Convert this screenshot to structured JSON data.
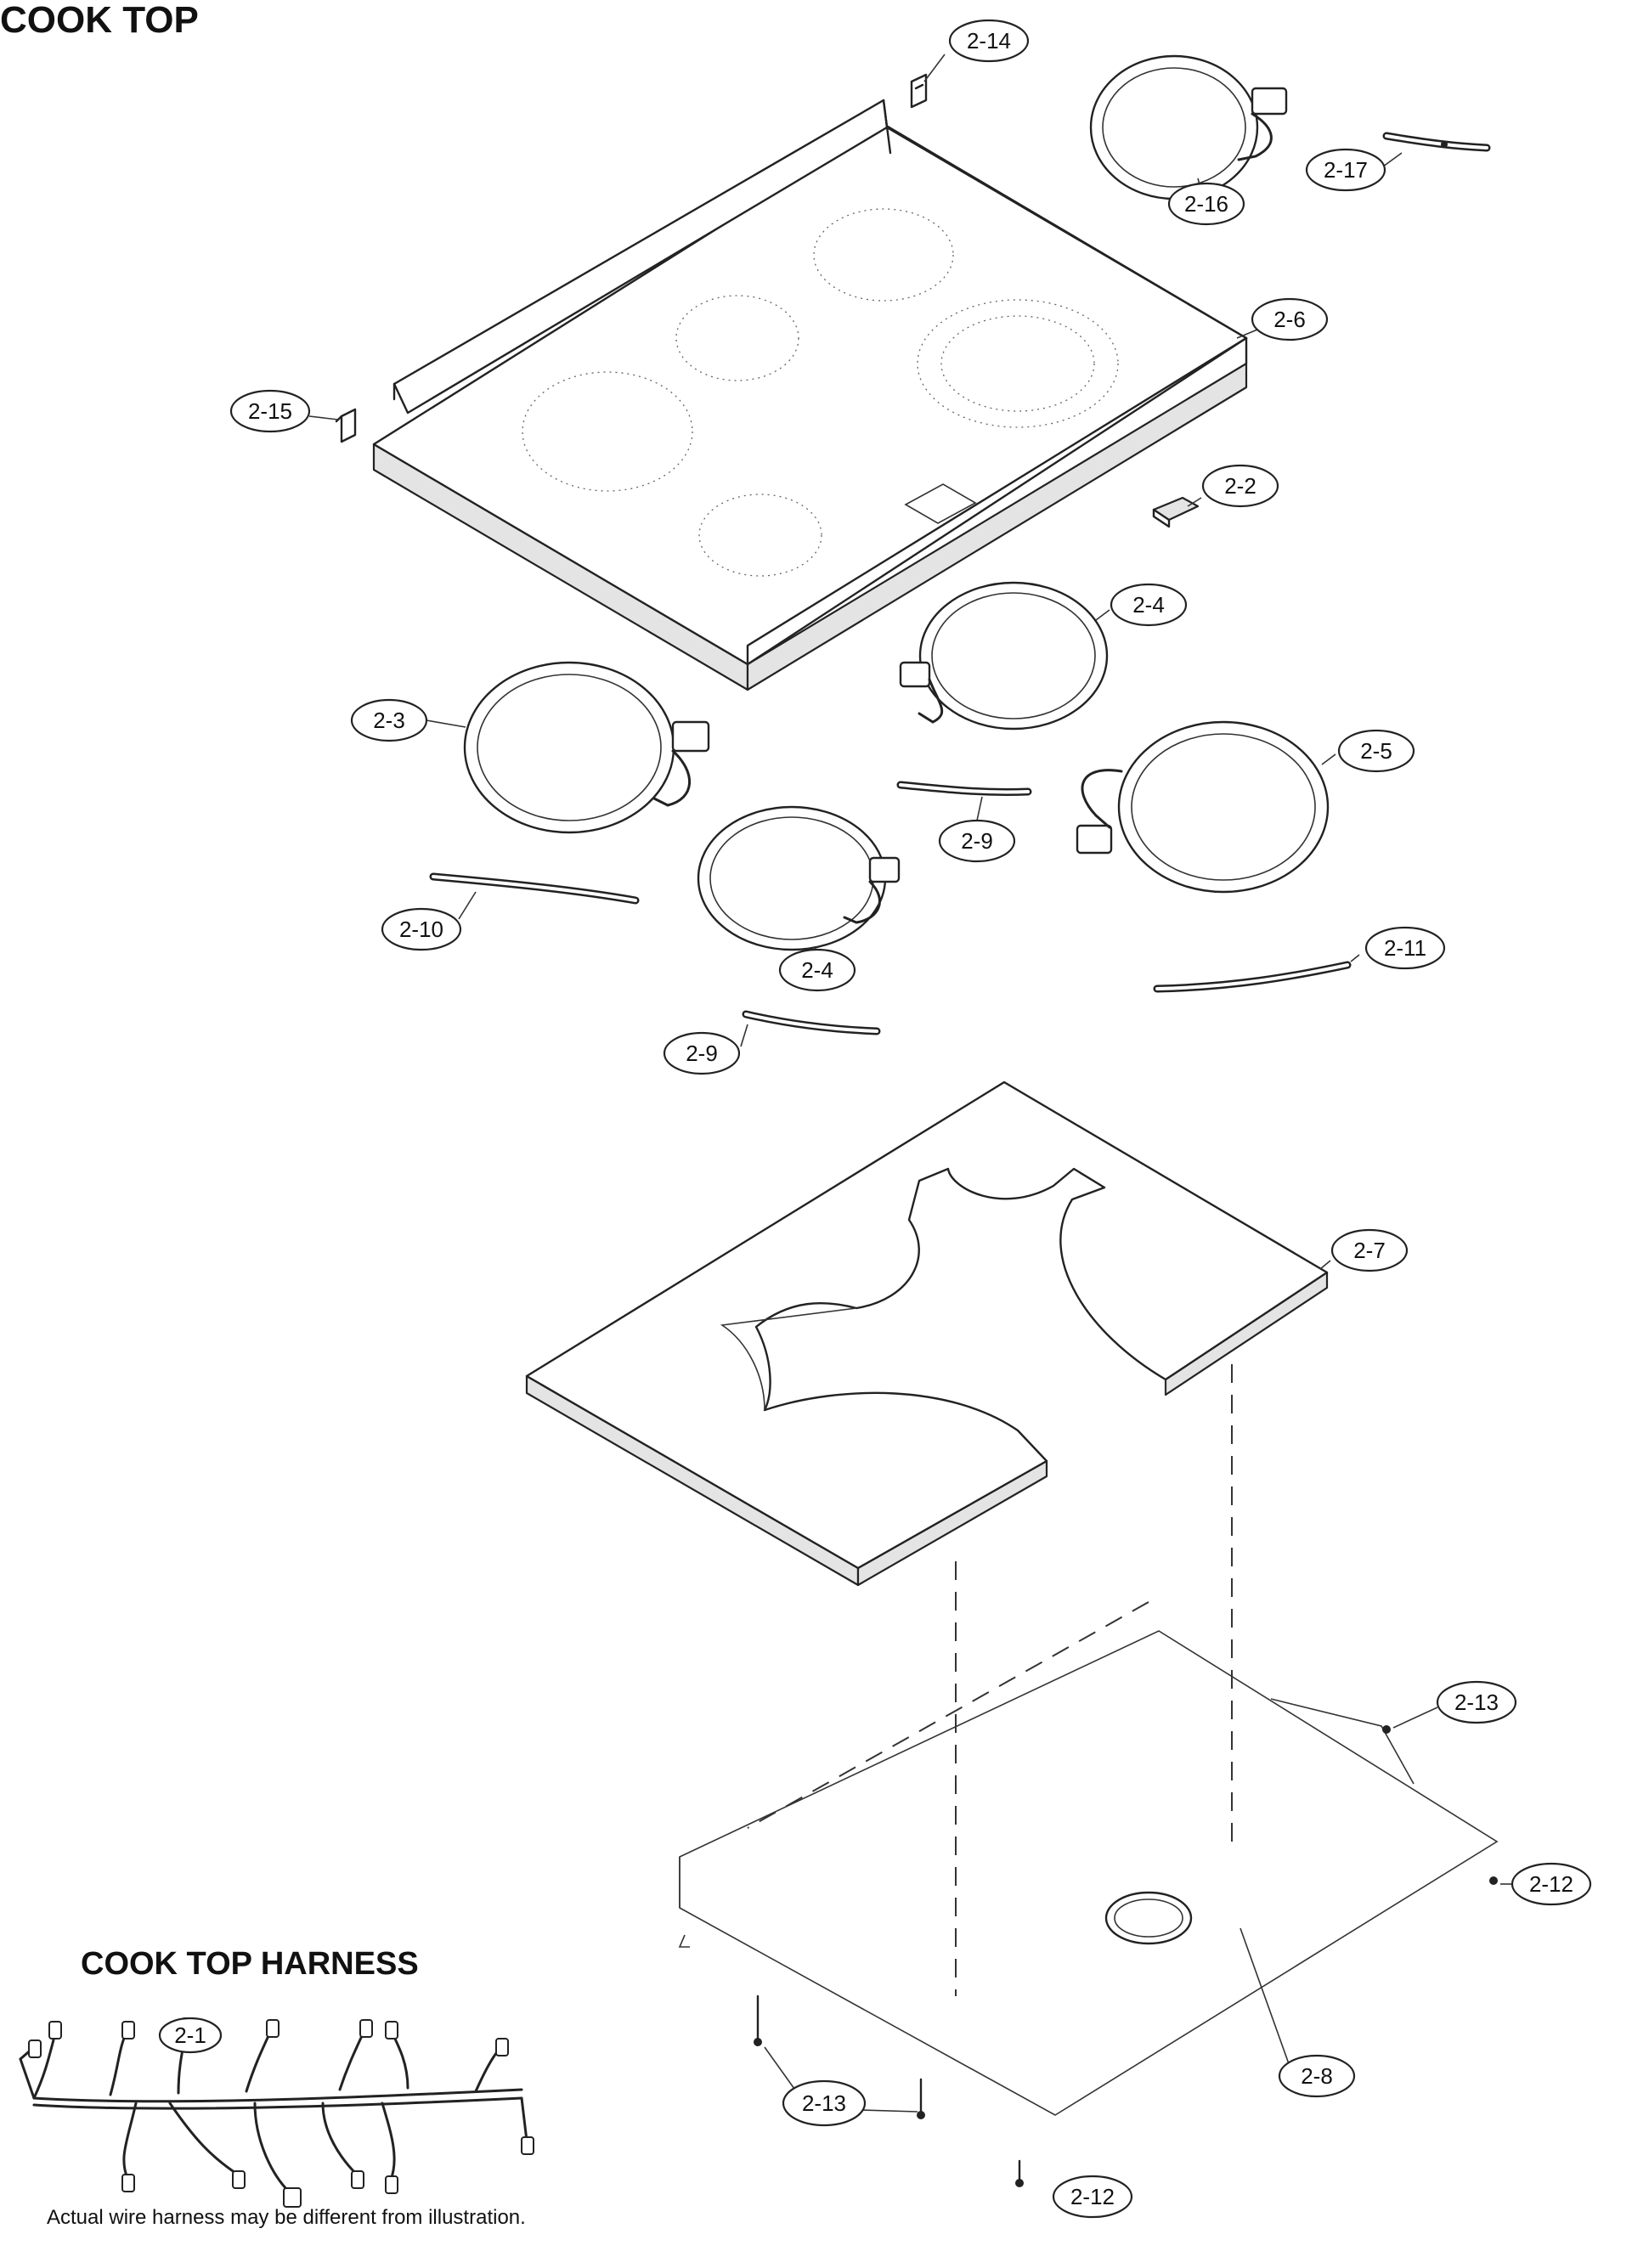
{
  "titles": {
    "main": "COOK TOP",
    "harness": "COOK TOP HARNESS"
  },
  "note": "Actual wire harness may be different from illustration.",
  "callouts": {
    "c_2_14": "2-14",
    "c_2_16": "2-16",
    "c_2_17": "2-17",
    "c_2_6": "2-6",
    "c_2_15": "2-15",
    "c_2_2": "2-2",
    "c_2_4_top": "2-4",
    "c_2_3": "2-3",
    "c_2_5": "2-5",
    "c_2_9_top": "2-9",
    "c_2_10": "2-10",
    "c_2_4_bottom": "2-4",
    "c_2_11": "2-11",
    "c_2_9_bottom": "2-9",
    "c_2_7": "2-7",
    "c_2_13_right": "2-13",
    "c_2_12_right": "2-12",
    "c_2_1": "2-1",
    "c_2_13_left": "2-13",
    "c_2_8": "2-8",
    "c_2_12_bottom": "2-12"
  }
}
